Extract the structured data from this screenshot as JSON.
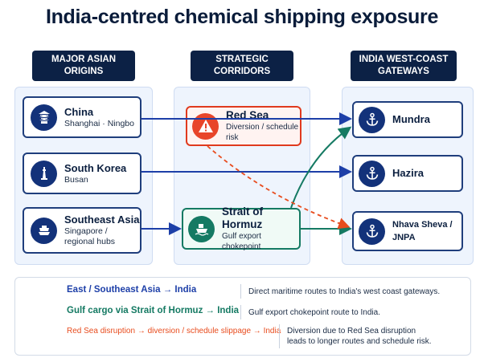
{
  "title": "India-centred chemical shipping exposure",
  "columns": {
    "origins": "MAJOR ASIAN ORIGINS",
    "corridors": "STRATEGIC CORRIDORS",
    "gateways": "INDIA WEST-COAST GATEWAYS"
  },
  "origins": [
    {
      "name": "China",
      "sub": "Shanghai · Ningbo",
      "icon": "pagoda-icon"
    },
    {
      "name": "South Korea",
      "sub": "Busan",
      "icon": "tower-icon"
    },
    {
      "name": "Southeast Asia",
      "sub": "Singapore / regional hubs",
      "icon": "ship-icon"
    }
  ],
  "corridors": [
    {
      "name": "Red Sea",
      "sub": "Diversion / schedule risk",
      "icon": "warning-icon",
      "color": "#e03a1e"
    },
    {
      "name": "Strait of Hormuz",
      "sub": "Gulf export chokepoint",
      "icon": "tanker-icon",
      "color": "#157a63"
    }
  ],
  "gateways": [
    {
      "name": "Mundra",
      "icon": "anchor-icon"
    },
    {
      "name": "Hazira",
      "icon": "anchor-icon"
    },
    {
      "name": "Nhava Sheva / JNPA",
      "icon": "anchor-icon"
    }
  ],
  "legend": [
    {
      "label": "East / Southeast Asia → India",
      "desc": "Direct maritime routes to India's west coast gateways.",
      "color": "#1d3fa8"
    },
    {
      "label": "Gulf cargo via Strait of Hormuz → India",
      "desc": "Gulf export chokepoint route to India.",
      "color": "#157a63"
    },
    {
      "label": "Red Sea disruption → diversion / schedule slippage → India",
      "desc": "Diversion due to Red Sea disruption leads to longer routes and schedule risk.",
      "color": "#e84c1e"
    }
  ]
}
